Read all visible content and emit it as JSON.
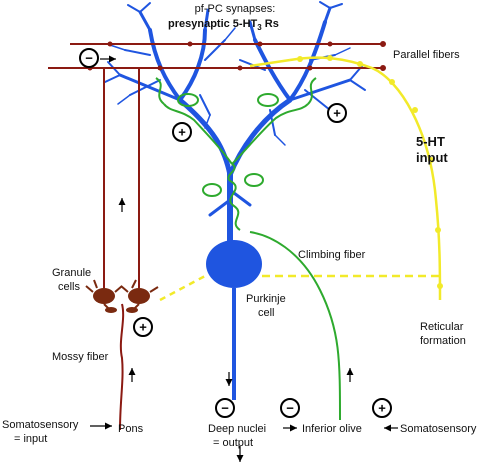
{
  "title": {
    "line1": "pf-PC synapses:",
    "line2": "presynaptic 5-HT",
    "line2_sub": "3",
    "line2_end": " Rs"
  },
  "labels": {
    "parallel_fibers": "Parallel fibers",
    "ht_input_line1": "5-HT",
    "ht_input_line2": "input",
    "climbing_fiber": "Climbing fiber",
    "granule_line1": "Granule",
    "granule_line2": "cells",
    "purkinje_line1": "Purkinje",
    "purkinje_line2": "cell",
    "mossy_fiber": "Mossy fiber",
    "reticular_line1": "Reticular",
    "reticular_line2": "formation",
    "somatosensory_left_line1": "Somatosensory",
    "somatosensory_left_line2": "= input",
    "pons": "Pons",
    "deep_nuclei_line1": "Deep nuclei",
    "deep_nuclei_line2": "= output",
    "inferior_olive": "Inferior olive",
    "somatosensory_right": "Somatosensory"
  },
  "signs": {
    "plus": "+",
    "minus": "−"
  },
  "colors": {
    "purkinje": "#1f55e0",
    "fiber_red": "#8b1a12",
    "serotonin_yellow": "#f2ea2a",
    "climbing_green": "#2eaa2e",
    "granule_brown": "#7a2a10"
  }
}
